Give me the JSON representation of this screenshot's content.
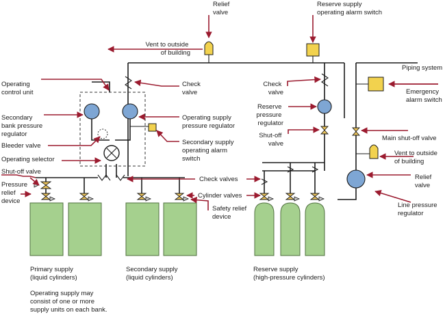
{
  "colors": {
    "arrow": "#9b1b2f",
    "pipe": "#1a1a1a",
    "cylinder": "#a5d08e",
    "regulator": "#7ea6d4",
    "valve": "#e8c15a",
    "switch": "#f2d24e"
  },
  "labels": {
    "relief_valve_top": [
      "Relief",
      "valve"
    ],
    "reserve_alarm_switch": [
      "Reserve supply",
      "operating alarm switch"
    ],
    "vent_top": [
      "Vent to outside",
      "of building"
    ],
    "operating_control_unit": [
      "Operating",
      "control unit"
    ],
    "check_valve_left": [
      "Check",
      "valve"
    ],
    "check_valve_reserve": [
      "Check",
      "valve"
    ],
    "piping_system": [
      "Piping system"
    ],
    "emergency_alarm_switch": [
      "Emergency",
      "alarm switch"
    ],
    "secondary_bank_regulator": [
      "Secondary",
      "bank pressure",
      "regulator"
    ],
    "operating_supply_regulator": [
      "Operating supply",
      "pressure regulator"
    ],
    "reserve_pressure_regulator": [
      "Reserve",
      "pressure",
      "regulator"
    ],
    "shutoff_valve_reserve": [
      "Shut-off",
      "valve"
    ],
    "bleeder_valve": [
      "Bleeder valve"
    ],
    "secondary_supply_alarm": [
      "Secondary supply",
      "operating alarm",
      "switch"
    ],
    "main_shutoff_valve": [
      "Main shut-off valve"
    ],
    "vent_right": [
      "Vent to outside",
      "of building"
    ],
    "operating_selector": [
      "Operating selector"
    ],
    "shutoff_valve_left": [
      "Shut-off valve"
    ],
    "check_valves": [
      "Check valves"
    ],
    "pressure_relief_device": [
      "Pressure",
      "relief",
      "device"
    ],
    "relief_valve_right": [
      "Relief",
      "valve"
    ],
    "cylinder_valves": [
      "Cylinder valves"
    ],
    "safety_relief_device": [
      "Safety relief",
      "device"
    ],
    "line_pressure_regulator": [
      "Line pressure",
      "regulator"
    ],
    "primary_supply": [
      "Primary supply",
      "(liquid cylinders)"
    ],
    "secondary_supply": [
      "Secondary supply",
      "(liquid cylinders)"
    ],
    "reserve_supply": [
      "Reserve supply",
      "(high-pressure cylinders)"
    ],
    "operating_note": [
      "Operating supply may",
      "consist of one or more",
      "supply units on each bank."
    ]
  }
}
